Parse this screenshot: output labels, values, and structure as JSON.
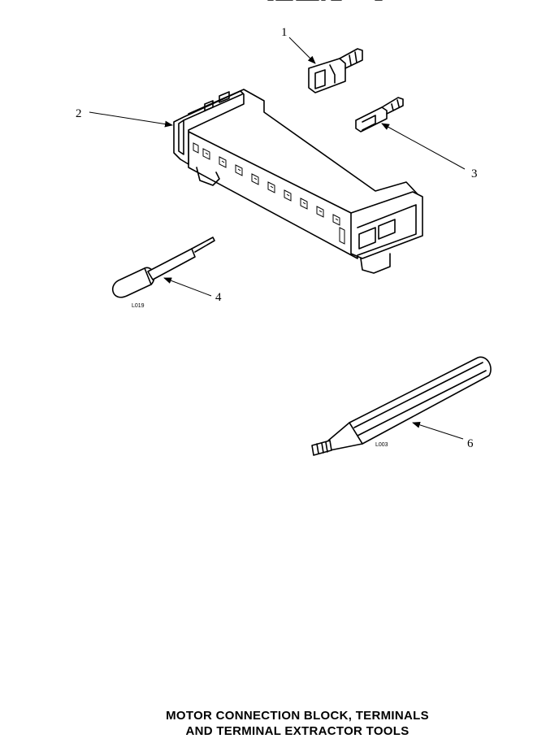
{
  "callouts": {
    "c1": "1",
    "c2": "2",
    "c3": "3",
    "c4": "4",
    "c6": "6"
  },
  "part_codes": {
    "tool_small": "L019",
    "tool_large": "L003"
  },
  "caption": {
    "line1": "MOTOR CONNECTION BLOCK, TERMINALS",
    "line2": "AND TERMINAL EXTRACTOR TOOLS"
  }
}
